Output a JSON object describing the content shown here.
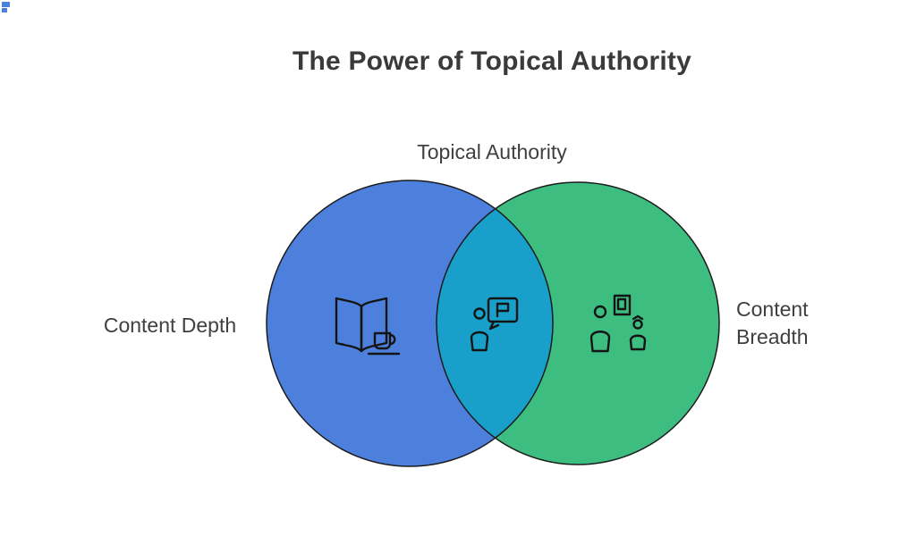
{
  "title": "The Power of Topical Authority",
  "venn": {
    "overlap_label": "Topical Authority",
    "overlap_color": "#18a0ca",
    "left": {
      "label": "Content Depth",
      "color": "#4d80dc"
    },
    "right": {
      "label": "Content Breadth",
      "color": "#3dbd80"
    }
  },
  "icons": {
    "left": "open-book-with-coffee-icon",
    "overlap": "presenter-speech-bubble-icon",
    "right": "people-with-artwork-icon"
  },
  "artifact_color": "#4d80dc"
}
